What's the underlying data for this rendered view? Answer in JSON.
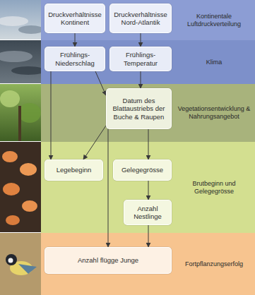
{
  "diagram": {
    "nodes": [
      {
        "text": [
          "Kontinentale Luftdruckverteilung"
        ]
      },
      {
        "text": [
          "Druckverhältnisse Kontinent"
        ],
        "in": 0
      },
      {
        "text": [
          "Druckverhältnisse Nord-Atlantik"
        ],
        "in": 0
      },
      {
        "text": [
          "Klima"
        ]
      },
      {
        "text": [
          "Frühlings-Niederschlag"
        ],
        "in": 3
      },
      {
        "text": [
          "Frühlings-Temperatur"
        ],
        "in": 3
      },
      {
        "text": [
          "Vegetationsentwicklung & Nahrungsangebot"
        ]
      },
      {
        "text": [
          "Datum des Blattaustriebs der Buche & Raupen"
        ],
        "in": 6
      },
      {
        "text": [
          "Brutbeginn und Gelegegrösse"
        ]
      },
      {
        "text": [
          "Legebeginn"
        ],
        "in": 8
      },
      {
        "text": [
          "Gelegegrösse"
        ],
        "in": 8
      },
      {
        "text": [
          "Anzahl Nestlinge"
        ],
        "in": 8
      },
      {
        "text": [
          "Fortpflanzungserfolg"
        ]
      },
      {
        "text": [
          "Anzahl flügge Junge"
        ],
        "in": 12
      }
    ],
    "edges": [
      {
        "from": 1,
        "to": 4,
        "arrow": "to"
      },
      {
        "from": 2,
        "to": 5,
        "arrow": "to"
      },
      {
        "from": 4,
        "to": 7,
        "arrow": "to"
      },
      {
        "from": 5,
        "to": 7,
        "arrow": "to"
      },
      {
        "from": 4,
        "to": 9,
        "arrow": "to"
      },
      {
        "from": 7,
        "to": 9,
        "arrow": "to"
      },
      {
        "from": 7,
        "to": 10,
        "arrow": "to"
      },
      {
        "from": 7,
        "to": 13,
        "arrow": "to"
      },
      {
        "from": 10,
        "to": 11,
        "arrow": "to"
      },
      {
        "from": 11,
        "to": 13,
        "arrow": "to"
      }
    ]
  }
}
